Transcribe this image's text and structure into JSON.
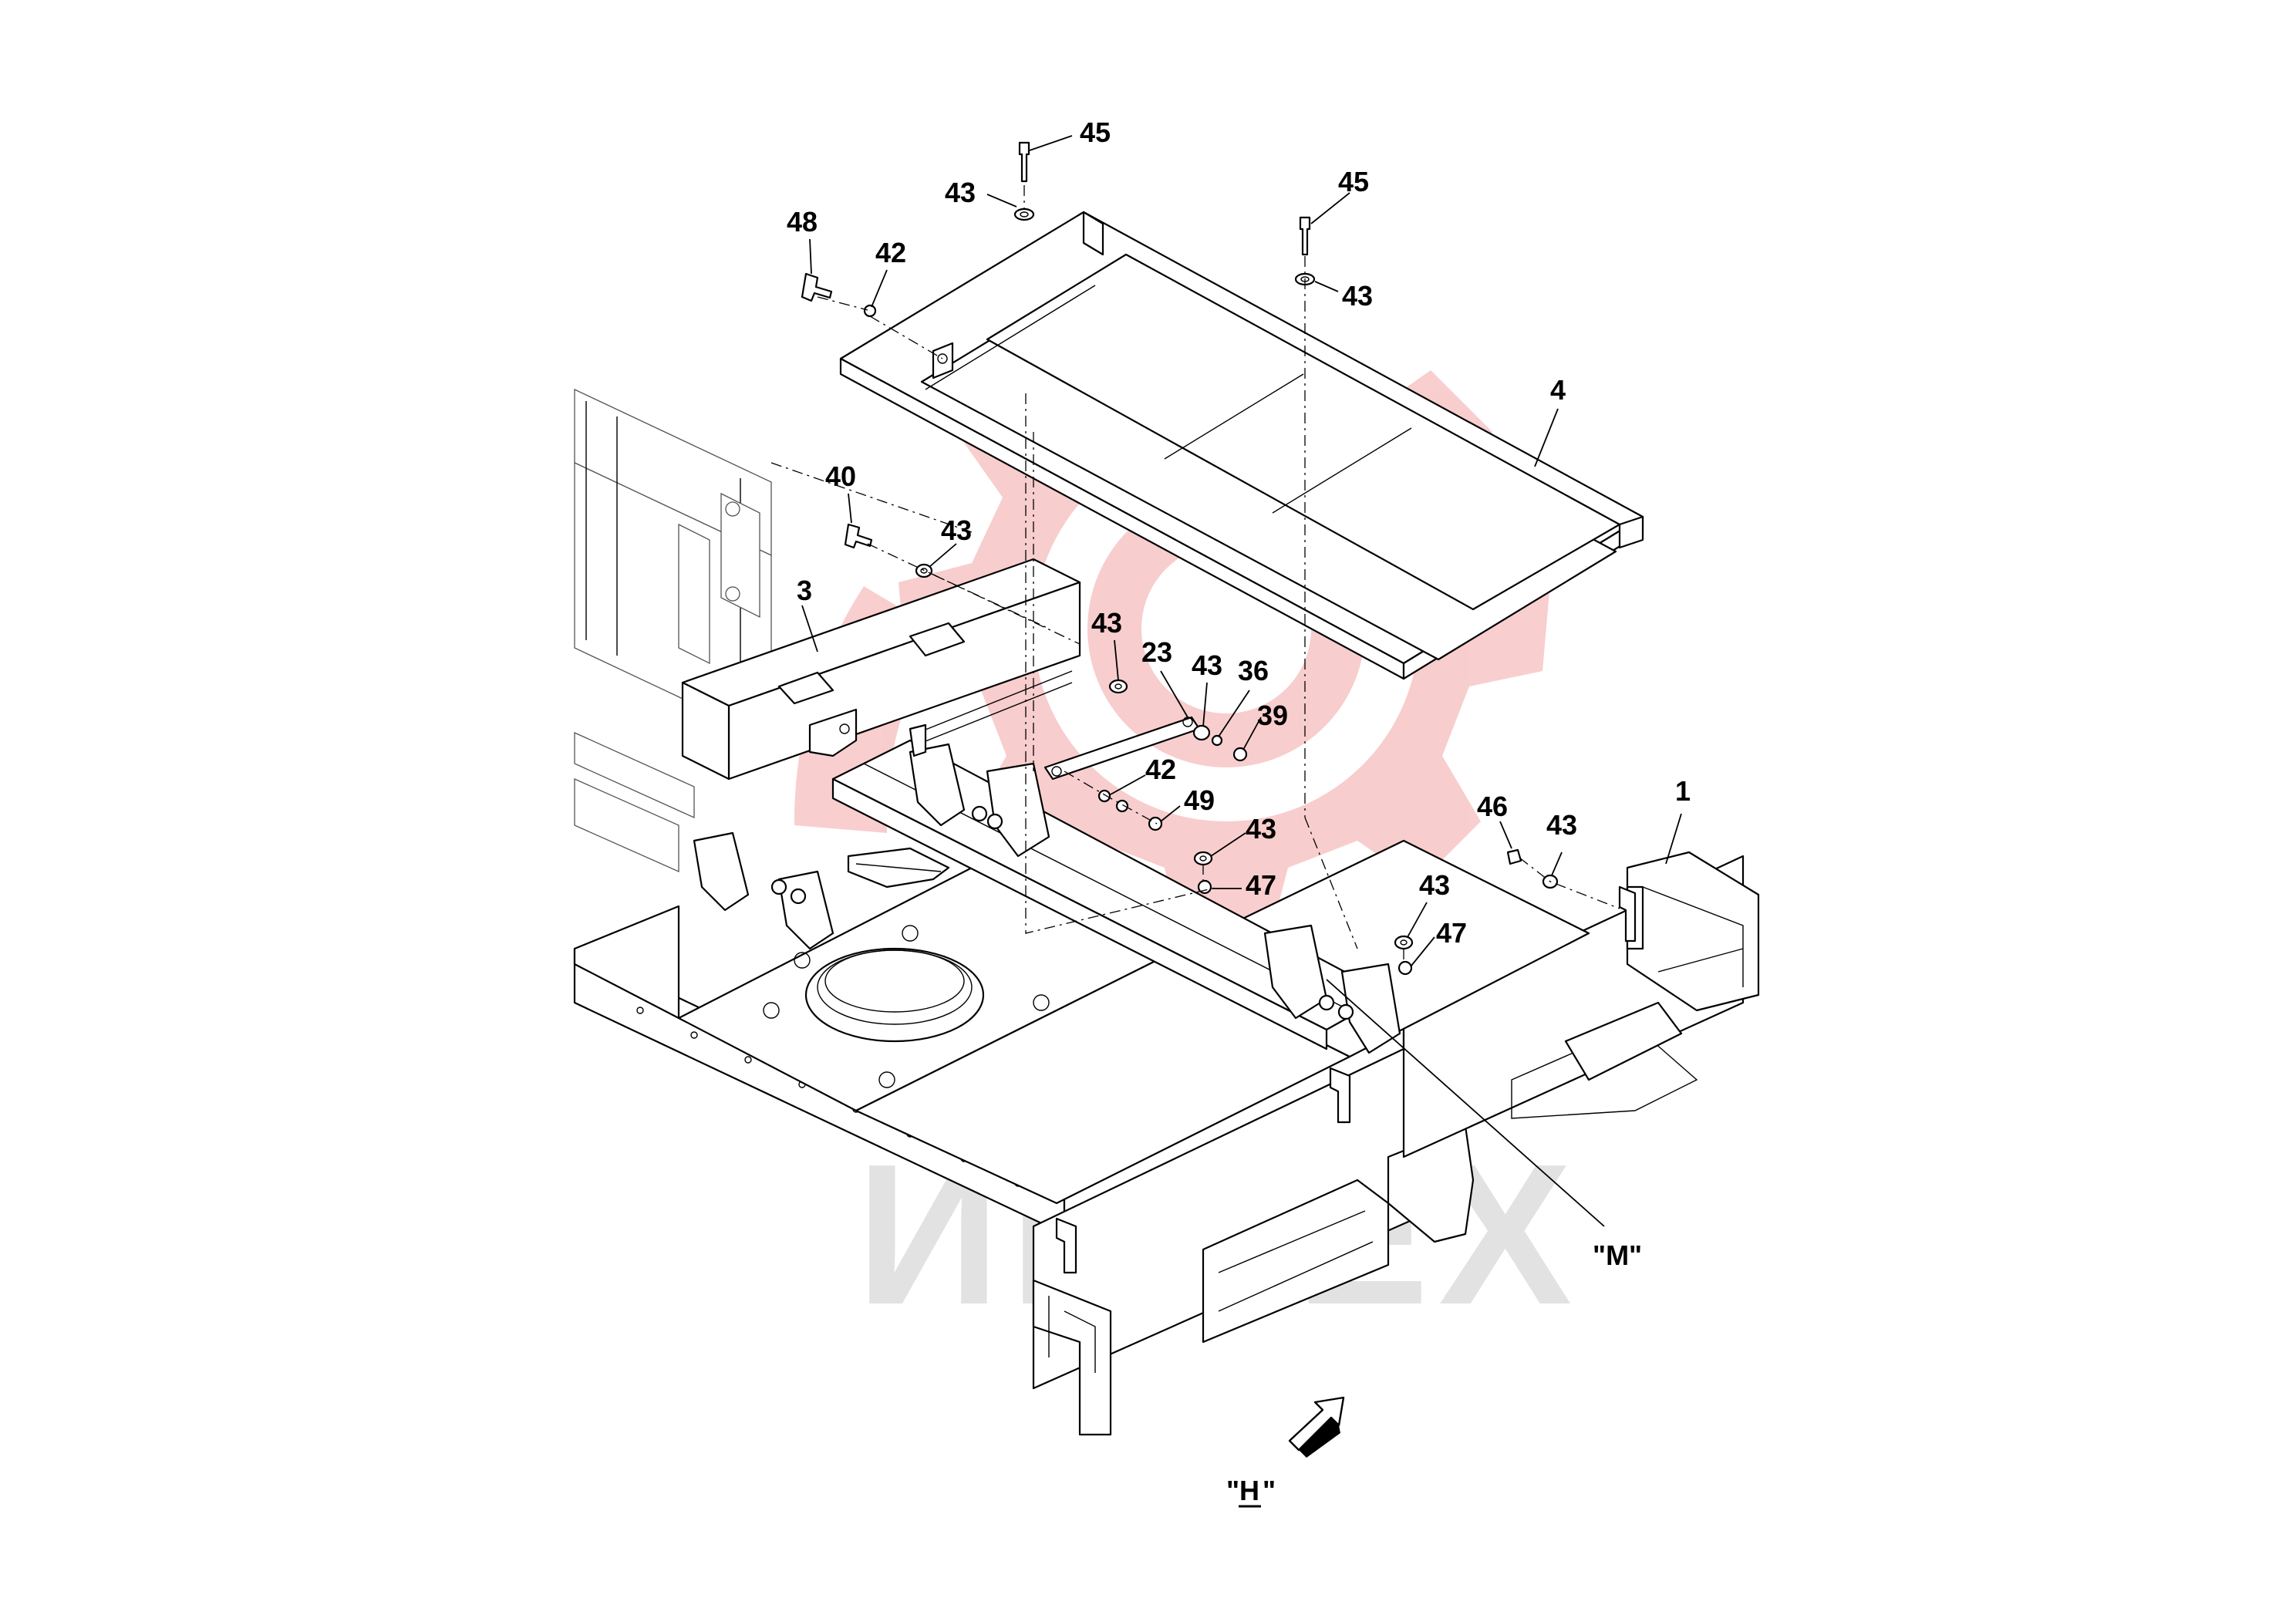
{
  "diagram": {
    "callouts": [
      {
        "id": "c45a",
        "text": "45"
      },
      {
        "id": "c43a",
        "text": "43"
      },
      {
        "id": "c45b",
        "text": "45"
      },
      {
        "id": "c43b",
        "text": "43"
      },
      {
        "id": "c48",
        "text": "48"
      },
      {
        "id": "c42a",
        "text": "42"
      },
      {
        "id": "c4",
        "text": "4"
      },
      {
        "id": "c40",
        "text": "40"
      },
      {
        "id": "c43c",
        "text": "43"
      },
      {
        "id": "c3",
        "text": "3"
      },
      {
        "id": "c43d",
        "text": "43"
      },
      {
        "id": "c23",
        "text": "23"
      },
      {
        "id": "c43e",
        "text": "43"
      },
      {
        "id": "c36",
        "text": "36"
      },
      {
        "id": "c39",
        "text": "39"
      },
      {
        "id": "c42b",
        "text": "42"
      },
      {
        "id": "c49",
        "text": "49"
      },
      {
        "id": "c43f",
        "text": "43"
      },
      {
        "id": "c47a",
        "text": "47"
      },
      {
        "id": "c46",
        "text": "46"
      },
      {
        "id": "c43g",
        "text": "43"
      },
      {
        "id": "c1",
        "text": "1"
      },
      {
        "id": "c43h",
        "text": "43"
      },
      {
        "id": "c47b",
        "text": "47"
      }
    ],
    "view_m": "\"M\"",
    "view_h_open": "\"",
    "view_h_letter": "H",
    "view_h_close": "\"",
    "watermark": "ИНТЕХ",
    "colors": {
      "line": "#000000",
      "watermark_logo": "#f4a6a6",
      "watermark_text": "#e2e2e2"
    }
  }
}
